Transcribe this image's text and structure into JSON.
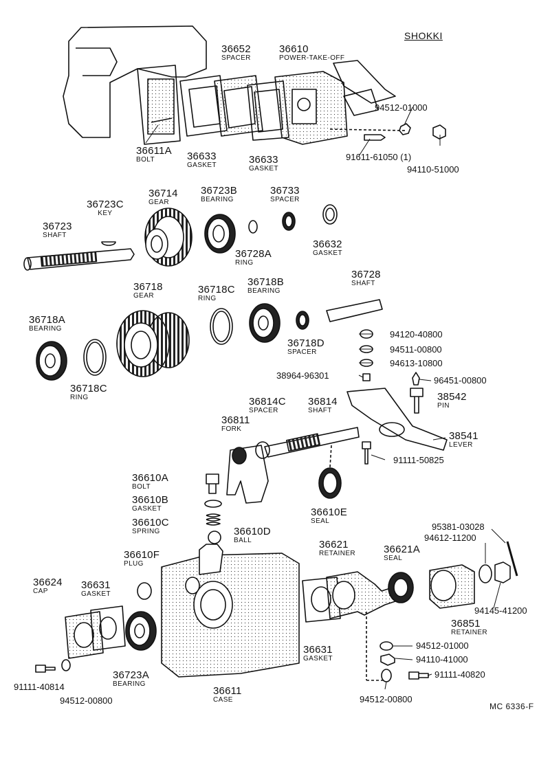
{
  "header": {
    "maker": "SHOKKI"
  },
  "footer": {
    "ref": "MC 6336-F"
  },
  "callouts": [
    {
      "id": "c1",
      "num": "36652",
      "name": "SPACER"
    },
    {
      "id": "c2",
      "num": "36610",
      "name": "POWER-TAKE-OFF"
    },
    {
      "id": "c3",
      "num": "36611A",
      "name": "BOLT"
    },
    {
      "id": "c4",
      "num": "36633",
      "name": "GASKET"
    },
    {
      "id": "c5",
      "num": "36633",
      "name": "GASKET"
    },
    {
      "id": "c6",
      "num": "36723C",
      "name": "KEY"
    },
    {
      "id": "c7",
      "num": "36714",
      "name": "GEAR"
    },
    {
      "id": "c8",
      "num": "36723B",
      "name": "BEARING"
    },
    {
      "id": "c9",
      "num": "36733",
      "name": "SPACER"
    },
    {
      "id": "c10",
      "num": "36723",
      "name": "SHAFT"
    },
    {
      "id": "c11",
      "num": "36728A",
      "name": "RING"
    },
    {
      "id": "c12",
      "num": "36632",
      "name": "GASKET"
    },
    {
      "id": "c13",
      "num": "36718",
      "name": "GEAR"
    },
    {
      "id": "c14",
      "num": "36718C",
      "name": "RING"
    },
    {
      "id": "c15",
      "num": "36718B",
      "name": "BEARING"
    },
    {
      "id": "c16",
      "num": "36728",
      "name": "SHAFT"
    },
    {
      "id": "c17",
      "num": "36718A",
      "name": "BEARING"
    },
    {
      "id": "c18",
      "num": "36718D",
      "name": "SPACER"
    },
    {
      "id": "c19",
      "num": "36718C",
      "name": "RING"
    },
    {
      "id": "c20",
      "num": "36814C",
      "name": "SPACER"
    },
    {
      "id": "c21",
      "num": "36814",
      "name": "SHAFT"
    },
    {
      "id": "c22",
      "num": "36811",
      "name": "FORK"
    },
    {
      "id": "c23",
      "num": "38542",
      "name": "PIN"
    },
    {
      "id": "c24",
      "num": "38541",
      "name": "LEVER"
    },
    {
      "id": "c25",
      "num": "36610A",
      "name": "BOLT"
    },
    {
      "id": "c26",
      "num": "36610B",
      "name": "GASKET"
    },
    {
      "id": "c27",
      "num": "36610C",
      "name": "SPRING"
    },
    {
      "id": "c28",
      "num": "36610D",
      "name": "BALL"
    },
    {
      "id": "c29",
      "num": "36610E",
      "name": "SEAL"
    },
    {
      "id": "c30",
      "num": "36621",
      "name": "RETAINER"
    },
    {
      "id": "c31",
      "num": "36621A",
      "name": "SEAL"
    },
    {
      "id": "c32",
      "num": "36610F",
      "name": "PLUG"
    },
    {
      "id": "c33",
      "num": "36624",
      "name": "CAP"
    },
    {
      "id": "c34",
      "num": "36631",
      "name": "GASKET"
    },
    {
      "id": "c35",
      "num": "36851",
      "name": "RETAINER"
    },
    {
      "id": "c36",
      "num": "36631",
      "name": "GASKET"
    },
    {
      "id": "c37",
      "num": "36723A",
      "name": "BEARING"
    },
    {
      "id": "c38",
      "num": "36611",
      "name": "CASE"
    }
  ],
  "part_numbers": [
    {
      "id": "p1",
      "text": "94512-01000"
    },
    {
      "id": "p2",
      "text": "91611-61050 (1)"
    },
    {
      "id": "p3",
      "text": "94110-51000"
    },
    {
      "id": "p4",
      "text": "94120-40800"
    },
    {
      "id": "p5",
      "text": "94511-00800"
    },
    {
      "id": "p6",
      "text": "94613-10800"
    },
    {
      "id": "p7",
      "text": "38964-96301"
    },
    {
      "id": "p8",
      "text": "96451-00800"
    },
    {
      "id": "p9",
      "text": "91111-50825"
    },
    {
      "id": "p10",
      "text": "95381-03028"
    },
    {
      "id": "p11",
      "text": "94612-11200"
    },
    {
      "id": "p12",
      "text": "94145-41200"
    },
    {
      "id": "p13",
      "text": "94512-01000"
    },
    {
      "id": "p14",
      "text": "94110-41000"
    },
    {
      "id": "p15",
      "text": "91111-40820"
    },
    {
      "id": "p16",
      "text": "94512-00800"
    },
    {
      "id": "p17",
      "text": "91111-40814"
    },
    {
      "id": "p18",
      "text": "94512-00800"
    }
  ]
}
